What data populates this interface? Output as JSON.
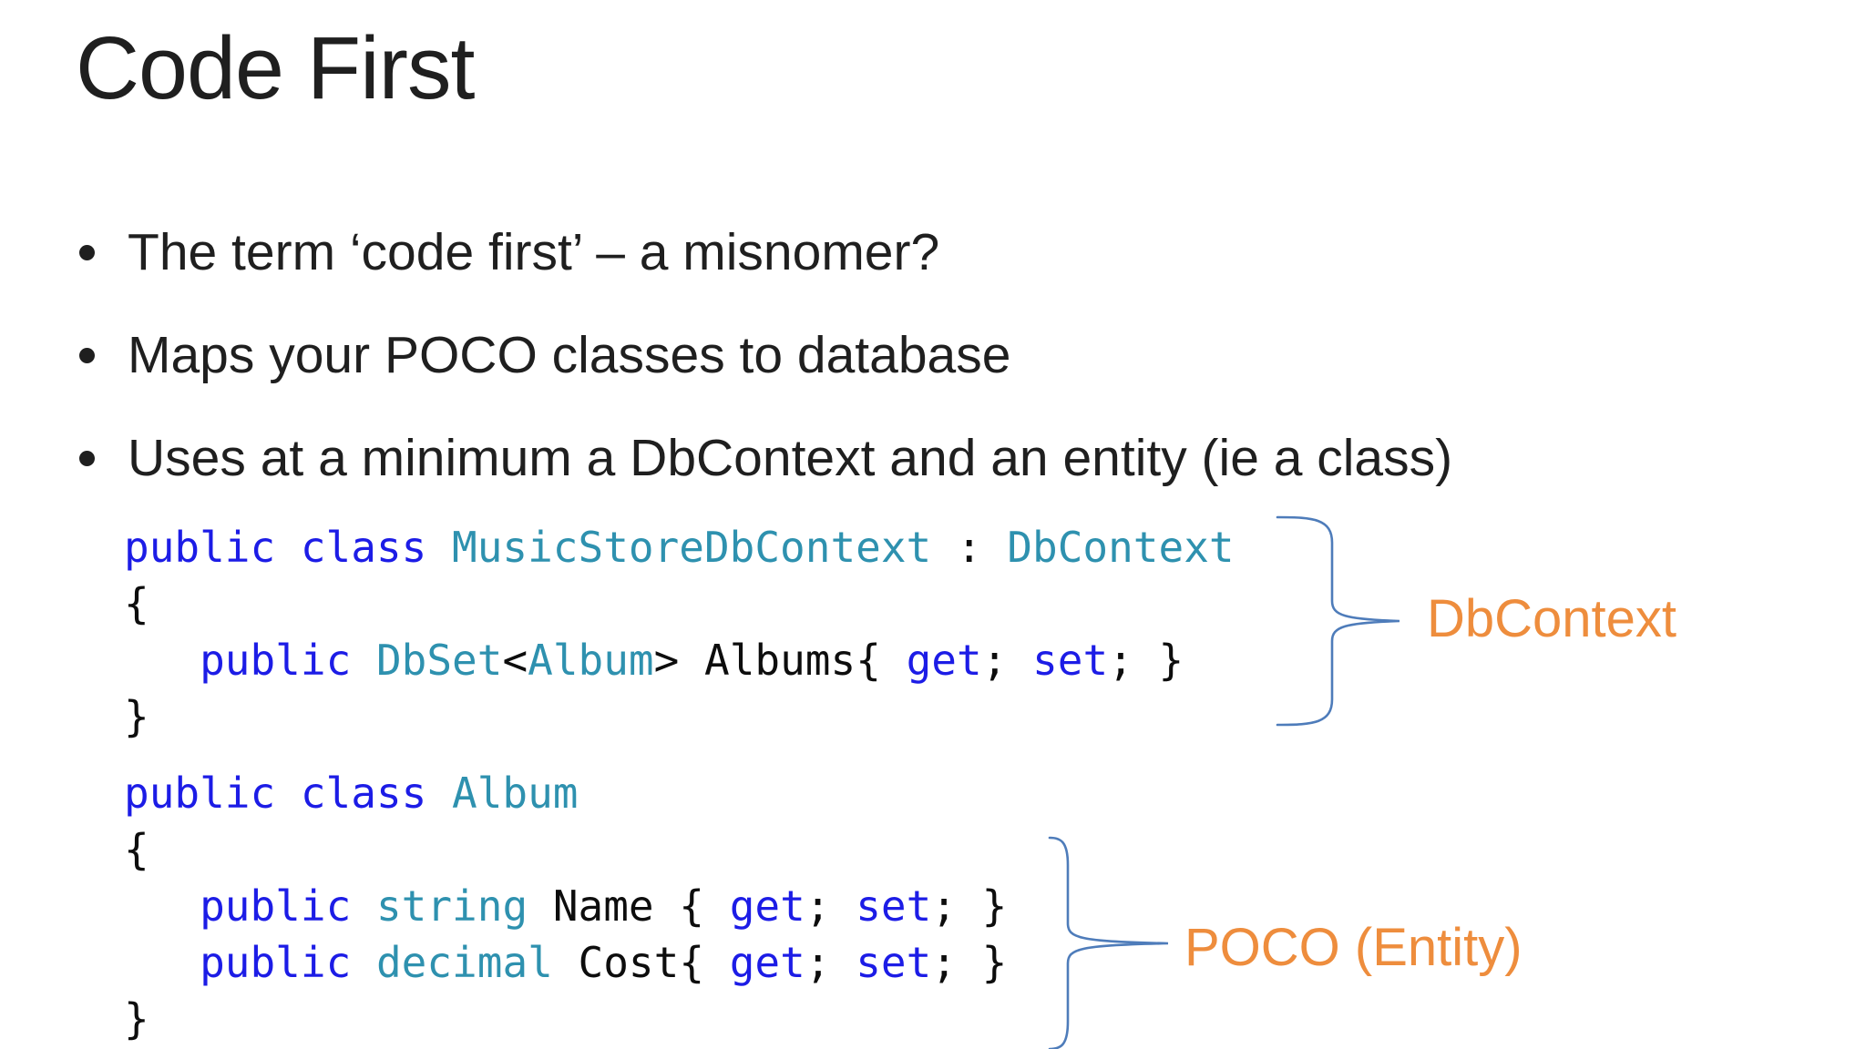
{
  "slide": {
    "title": "Code First",
    "bullets": [
      "The term ‘code first’ – a misnomer?",
      "Maps your POCO classes to database",
      "Uses at a minimum a DbContext and an entity (ie a class)"
    ],
    "code_blocks": [
      {
        "lines": [
          [
            [
              "k",
              "public class "
            ],
            [
              "t",
              "MusicStoreDbContext"
            ],
            [
              "p",
              " : "
            ],
            [
              "t",
              "DbContext"
            ]
          ],
          [
            [
              "p",
              "{"
            ]
          ],
          [
            [
              "p",
              "   "
            ],
            [
              "k",
              "public "
            ],
            [
              "t",
              "DbSet"
            ],
            [
              "p",
              "<"
            ],
            [
              "t",
              "Album"
            ],
            [
              "p",
              "> Albums{ "
            ],
            [
              "k",
              "get"
            ],
            [
              "p",
              "; "
            ],
            [
              "k",
              "set"
            ],
            [
              "p",
              "; }"
            ]
          ],
          [
            [
              "p",
              "}"
            ]
          ]
        ]
      },
      {
        "lines": [
          [
            [
              "k",
              "public class "
            ],
            [
              "t",
              "Album"
            ]
          ],
          [
            [
              "p",
              "{"
            ]
          ],
          [
            [
              "p",
              "   "
            ],
            [
              "k",
              "public "
            ],
            [
              "t",
              "string"
            ],
            [
              "p",
              " Name { "
            ],
            [
              "k",
              "get"
            ],
            [
              "p",
              "; "
            ],
            [
              "k",
              "set"
            ],
            [
              "p",
              "; }"
            ]
          ],
          [
            [
              "p",
              "   "
            ],
            [
              "k",
              "public "
            ],
            [
              "t",
              "decimal"
            ],
            [
              "p",
              " Cost{ "
            ],
            [
              "k",
              "get"
            ],
            [
              "p",
              "; "
            ],
            [
              "k",
              "set"
            ],
            [
              "p",
              "; }"
            ]
          ],
          [
            [
              "p",
              "}"
            ]
          ]
        ]
      }
    ],
    "annotations": [
      {
        "label": "DbContext"
      },
      {
        "label": "POCO (Entity)"
      }
    ],
    "colors": {
      "keyword": "#1c1ce6",
      "type": "#2e91af",
      "code_plain": "#0d0d0d",
      "body_text": "#1f1f1f",
      "annotation": "#ee8d3d",
      "brace": "#4e7cba",
      "background": "#ffffff"
    }
  }
}
